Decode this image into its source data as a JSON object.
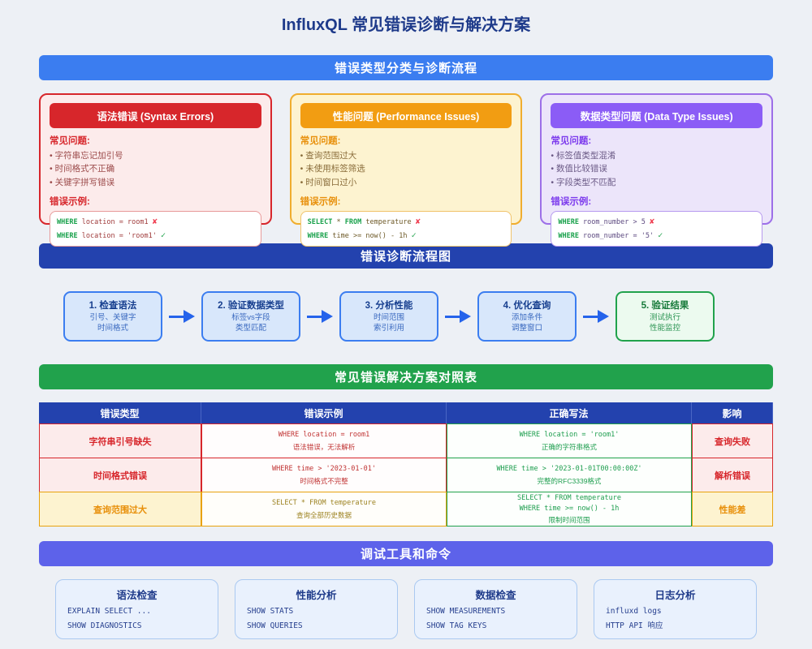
{
  "title": "InfluxQL 常见错误诊断与解决方案",
  "sections": {
    "classification": "错误类型分类与诊断流程",
    "flowchart": "错误诊断流程图",
    "table": "常见错误解决方案对照表",
    "tools": "调试工具和命令"
  },
  "colors": {
    "blue": "#3b7df0",
    "navy": "#2342ae",
    "green": "#21a24c",
    "indigo": "#5d62ea",
    "red": "#d7262b",
    "orange": "#f29d12",
    "purple": "#8b5cf6"
  },
  "error_cards": [
    {
      "title": "语法错误 (Syntax Errors)",
      "problems_label": "常见问题:",
      "problems": [
        "字符串忘记加引号",
        "时间格式不正确",
        "关键字拼写错误"
      ],
      "example_label": "错误示例:",
      "code": [
        {
          "text": "WHERE location = room1",
          "mark": "✘"
        },
        {
          "text": "WHERE location = 'room1'",
          "mark": "✓"
        }
      ]
    },
    {
      "title": "性能问题 (Performance Issues)",
      "problems_label": "常见问题:",
      "problems": [
        "查询范围过大",
        "未使用标签筛选",
        "时间窗口过小"
      ],
      "example_label": "错误示例:",
      "code": [
        {
          "text": "SELECT * FROM temperature",
          "mark": "✘"
        },
        {
          "text": "WHERE time >= now() - 1h",
          "mark": "✓"
        }
      ]
    },
    {
      "title": "数据类型问题 (Data Type Issues)",
      "problems_label": "常见问题:",
      "problems": [
        "标签值类型混淆",
        "数值比较错误",
        "字段类型不匹配"
      ],
      "example_label": "错误示例:",
      "code": [
        {
          "text": "WHERE room_number > 5",
          "mark": "✘"
        },
        {
          "text": "WHERE room_number = '5'",
          "mark": "✓"
        }
      ]
    }
  ],
  "flow_steps": [
    {
      "title": "1. 检查语法",
      "sub1": "引号、关键字",
      "sub2": "时间格式"
    },
    {
      "title": "2. 验证数据类型",
      "sub1": "标签vs字段",
      "sub2": "类型匹配"
    },
    {
      "title": "3. 分析性能",
      "sub1": "时间范围",
      "sub2": "索引利用"
    },
    {
      "title": "4. 优化查询",
      "sub1": "添加条件",
      "sub2": "调整窗口"
    },
    {
      "title": "5. 验证结果",
      "sub1": "测试执行",
      "sub2": "性能监控"
    }
  ],
  "table": {
    "headers": [
      "错误类型",
      "错误示例",
      "正确写法",
      "影响"
    ],
    "rows": [
      {
        "type": "字符串引号缺失",
        "example_code": "WHERE location = room1",
        "example_note": "语法错误，无法解析",
        "correct_code": "WHERE location = 'room1'",
        "correct_note": "正确的字符串格式",
        "impact": "查询失败"
      },
      {
        "type": "时间格式错误",
        "example_code": "WHERE time > '2023-01-01'",
        "example_note": "时间格式不完整",
        "correct_code": "WHERE time > '2023-01-01T00:00:00Z'",
        "correct_note": "完整的RFC3339格式",
        "impact": "解析错误"
      },
      {
        "type": "查询范围过大",
        "example_code": "SELECT * FROM temperature",
        "example_note": "查询全部历史数据",
        "correct_code": "SELECT * FROM temperature",
        "correct_code2": "WHERE time >= now() - 1h",
        "correct_note": "限制时间范围",
        "impact": "性能差"
      }
    ]
  },
  "tools": [
    {
      "title": "语法检查",
      "cmd1": "EXPLAIN SELECT ...",
      "cmd2": "SHOW DIAGNOSTICS"
    },
    {
      "title": "性能分析",
      "cmd1": "SHOW STATS",
      "cmd2": "SHOW QUERIES"
    },
    {
      "title": "数据检查",
      "cmd1": "SHOW MEASUREMENTS",
      "cmd2": "SHOW TAG KEYS"
    },
    {
      "title": "日志分析",
      "cmd1": "influxd logs",
      "cmd2": "HTTP API 响应"
    }
  ]
}
